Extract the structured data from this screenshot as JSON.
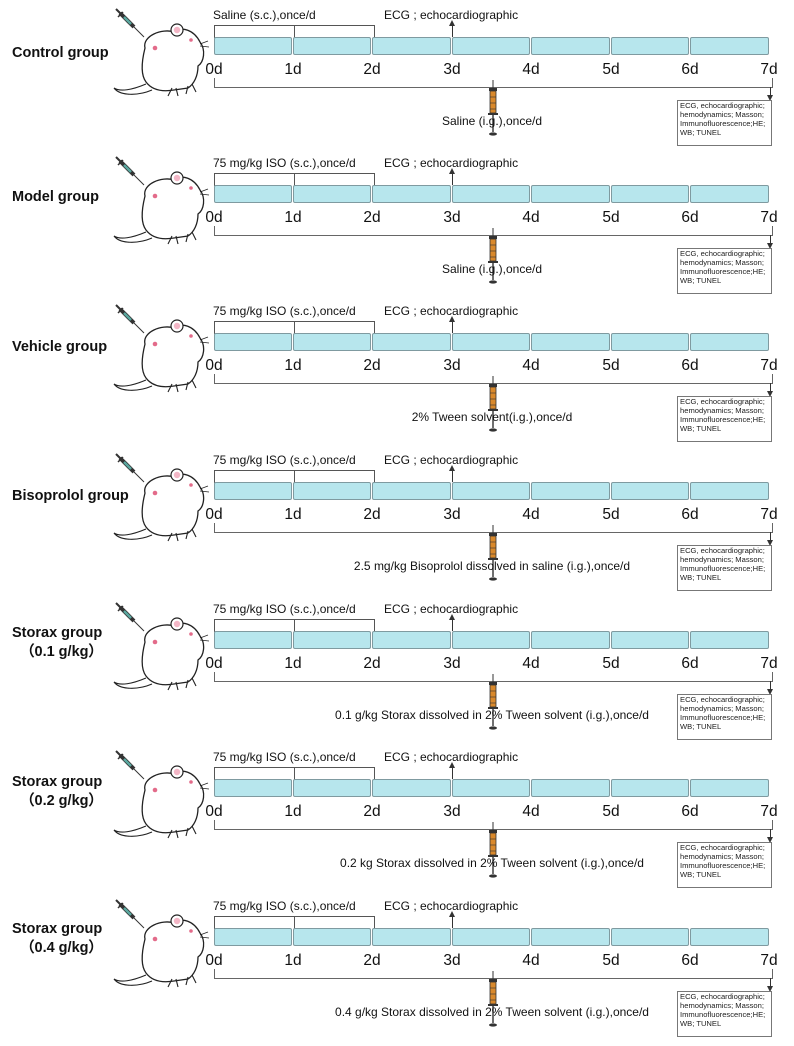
{
  "groups": [
    {
      "label_line1": "Control group",
      "label_line2": "",
      "iso_label": "Saline (s.c.),once/d",
      "treatment": "Saline (i.g.),once/d"
    },
    {
      "label_line1": "Model group",
      "label_line2": "",
      "iso_label": "75 mg/kg ISO (s.c.),once/d",
      "treatment": "Saline (i.g.),once/d"
    },
    {
      "label_line1": "Vehicle group",
      "label_line2": "",
      "iso_label": "75 mg/kg ISO (s.c.),once/d",
      "treatment": "2% Tween solvent(i.g.),once/d"
    },
    {
      "label_line1": "Bisoprolol group",
      "label_line2": "",
      "iso_label": "75 mg/kg ISO (s.c.),once/d",
      "treatment": "2.5 mg/kg Bisoprolol dissolved in saline (i.g.),once/d"
    },
    {
      "label_line1": "Storax group",
      "label_line2": "（0.1 g/kg）",
      "iso_label": "75 mg/kg ISO (s.c.),once/d",
      "treatment": "0.1 g/kg Storax dissolved in 2% Tween solvent  (i.g.),once/d"
    },
    {
      "label_line1": "Storax group",
      "label_line2": "（0.2 g/kg）",
      "iso_label": "75 mg/kg ISO (s.c.),once/d",
      "treatment": "0.2 kg Storax dissolved in 2% Tween solvent (i.g.),once/d"
    },
    {
      "label_line1": "Storax group",
      "label_line2": "（0.4 g/kg）",
      "iso_label": "75 mg/kg ISO (s.c.),once/d",
      "treatment": "0.4 g/kg Storax dissolved in 2% Tween solvent (i.g.),once/d"
    }
  ],
  "ecg_label": "ECG ; echocardiographic",
  "days": [
    "0d",
    "1d",
    "2d",
    "3d",
    "4d",
    "5d",
    "6d",
    "7d"
  ],
  "endpoints": [
    "ECG, echocardiographic;",
    "hemodynamics; Masson;",
    "Immunofluorescence;HE;",
    "WB; TUNEL"
  ],
  "colors": {
    "timeline_fill": "#b7e6ed",
    "timeline_border": "#7f9aa0",
    "mouse_accent": "#e36b8a",
    "syringe_barrel": "#d9892c"
  }
}
